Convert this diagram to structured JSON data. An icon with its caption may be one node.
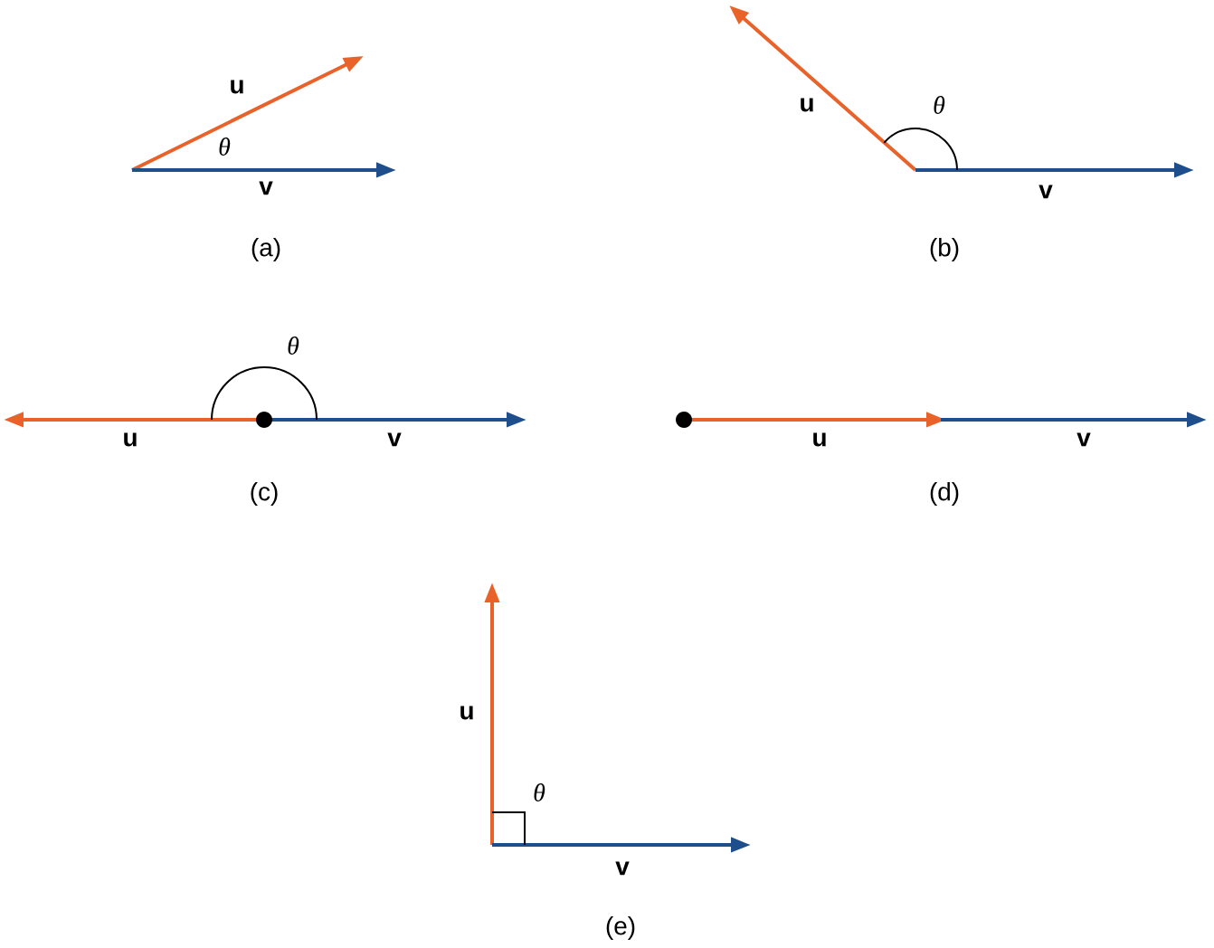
{
  "diagram": {
    "labels": [
      "u",
      "θ",
      "v",
      "(a)",
      "u",
      "θ",
      "v",
      "(b)",
      "θ",
      "u",
      "v",
      "(c)",
      "u",
      "v",
      "(d)",
      "u",
      "θ",
      "v",
      "(e)"
    ]
  }
}
